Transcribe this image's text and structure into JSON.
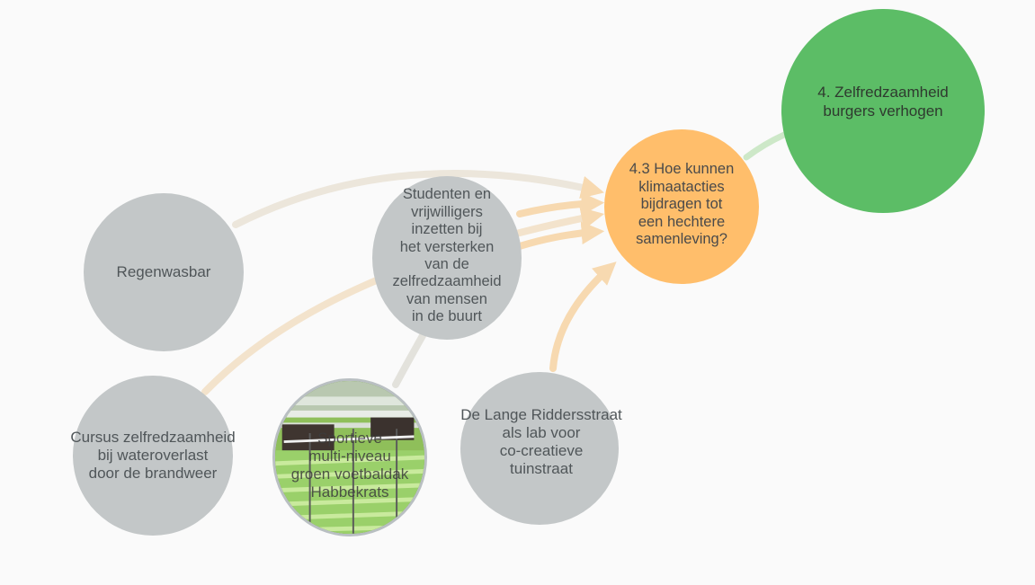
{
  "nodes": {
    "goal": {
      "label": "4. Zelfredzaamheid\nburgers verhogen",
      "color": "#5cbd66"
    },
    "question": {
      "label": "4.3 Hoe kunnen\nklimaatacties\nbijdragen tot\neen hechtere\nsamenleving?",
      "color": "#ffbe6b"
    },
    "regenwasbar": {
      "label": "Regenwasbar"
    },
    "studenten": {
      "label": "Studenten en\nvrijwilligers\ninzetten bij\nhet versterken\nvan de zelfredzaamheid\nvan mensen\nin de buurt"
    },
    "cursus": {
      "label": "Cursus zelfredzaamheid\nbij wateroverlast\ndoor de brandweer"
    },
    "voetbaldak": {
      "label": "Sportieve\nmulti-niveau\ngroen voetbaldak\nHabbekrats"
    },
    "lange_riddersstraat": {
      "label": "De Lange Riddersstraat\nals lab voor\nco-creatieve\ntuinstraat"
    }
  },
  "colors": {
    "node_grey": "#c3c7c8",
    "link_orange": "#f7d9b0",
    "link_grey": "#e3e2dc",
    "link_green": "#cde8c8",
    "background": "#fafafa"
  }
}
